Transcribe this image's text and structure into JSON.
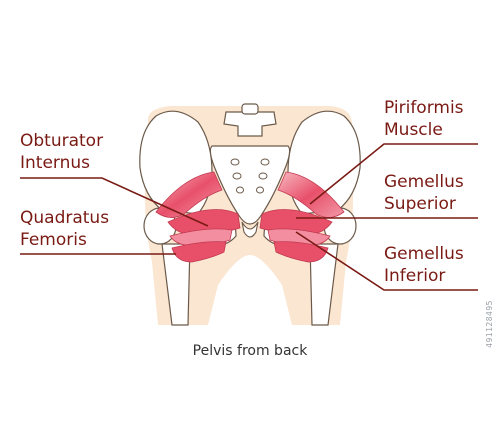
{
  "labels": {
    "obturator_internus_line1": "Obturator",
    "obturator_internus_line2": "Internus",
    "quadratus_femoris_line1": "Quadratus",
    "quadratus_femoris_line2": "Femoris",
    "piriformis_line1": "Piriformis",
    "piriformis_line2": "Muscle",
    "gemellus_superior_line1": "Gemellus",
    "gemellus_superior_line2": "Superior",
    "gemellus_inferior_line1": "Gemellus",
    "gemellus_inferior_line2": "Inferior"
  },
  "caption": "Pelvis from back",
  "stock_id": "491128495",
  "colors": {
    "label": "#7a1a14",
    "leader": "#7a1a14",
    "muscle": "#e8506a",
    "muscle_light": "#f7b9c2",
    "bone": "#ffffff",
    "bone_outline": "#6b5a4a",
    "skin": "#fbe6d2"
  }
}
